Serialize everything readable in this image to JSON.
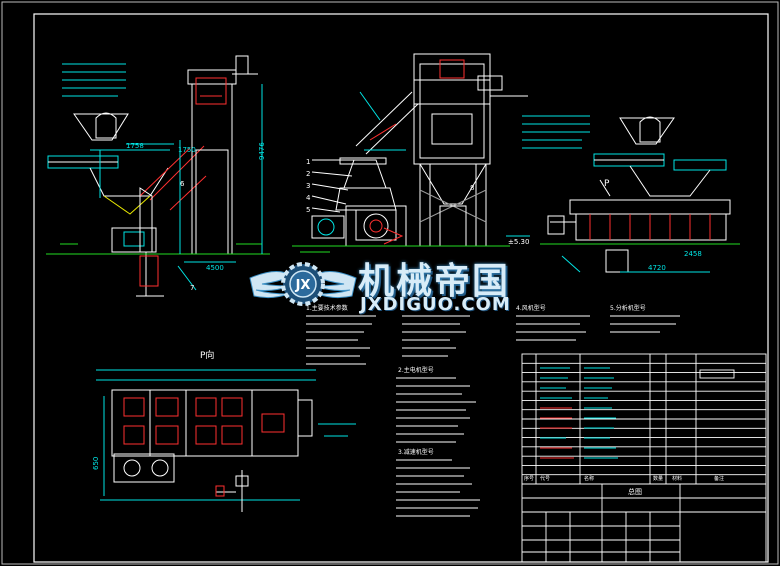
{
  "drawing": {
    "colors": {
      "background": "#000000",
      "frame": "#ffffff",
      "cyan": "#00e5e5",
      "green": "#22dd22",
      "yellow": "#e8e800",
      "red": "#ff3030",
      "magenta": "#ff30ff",
      "grey": "#9a9a9a"
    },
    "view_label": "P向",
    "dimension_labels": [
      "1758",
      "9476",
      "4500",
      "1750",
      "±5.30",
      "2458",
      "4720",
      "650"
    ],
    "leader_numbers": [
      "1",
      "2",
      "3",
      "4",
      "5",
      "6",
      "7",
      "8"
    ],
    "section_label": "P",
    "notes": {
      "heading_a": "1.主要技术参数",
      "heading_b": "2.主电机型号",
      "heading_c": "3.减速机型号",
      "heading_d": "4.风机型号",
      "heading_e": "5.分析机型号"
    }
  },
  "title_block": {
    "title_row": "总图",
    "row_labels": [
      "序号",
      "代号",
      "名称",
      "数量",
      "材料",
      "备注"
    ],
    "bom_row_count": 13
  },
  "watermark": {
    "text_cn": "机械帝国",
    "text_en": "JXDIGUO.COM",
    "emblem_text": "JX"
  }
}
